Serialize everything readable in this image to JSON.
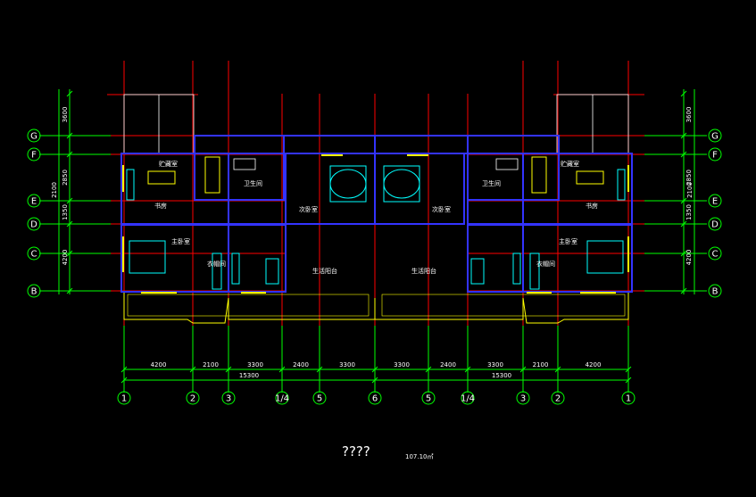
{
  "title": "????",
  "area": "107.10㎡",
  "colors": {
    "background": "#000000",
    "grid_line": "#ff0000",
    "wall": "#3333ff",
    "outline": "#ffff00",
    "dimension": "#00ff00",
    "furniture": "#00ffff",
    "label": "#ffffff"
  },
  "rooms": {
    "storage": "贮藏室",
    "study": "书房",
    "bathroom": "卫生间",
    "second_bedroom": "次卧室",
    "master_bedroom": "主卧室",
    "dressing_room": "衣帽间",
    "living_balcony": "生活阳台"
  },
  "axes": {
    "rows": [
      "G",
      "F",
      "E",
      "D",
      "C",
      "B"
    ],
    "columns": [
      "1",
      "2",
      "3",
      "1/4",
      "5",
      "6",
      "5",
      "1/4",
      "3",
      "2",
      "1"
    ]
  },
  "dimensions": {
    "left_segments": [
      "3600",
      "2850",
      "1350",
      "4200"
    ],
    "left_overall": "2100",
    "right_segments": [
      "3600",
      "2850",
      "1350",
      "4200"
    ],
    "right_overall": "2100",
    "bottom_segments": [
      "4200",
      "2100",
      "3300",
      "2400",
      "3300",
      "3300",
      "2400",
      "3300",
      "2100",
      "4200"
    ],
    "bottom_totals": [
      "15300",
      "15300"
    ]
  }
}
